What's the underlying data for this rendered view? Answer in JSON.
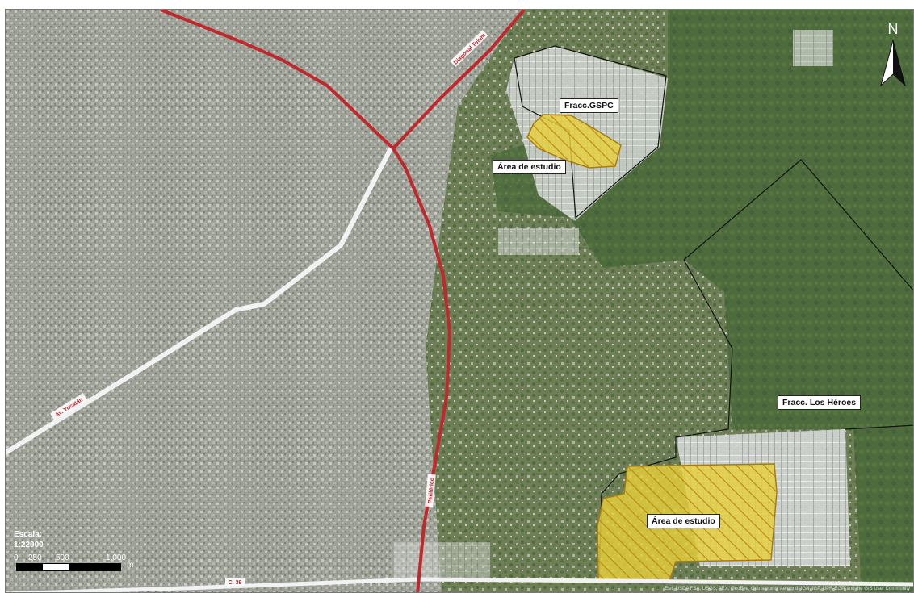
{
  "labels": {
    "fracc_gspc": "Fracc.GSPC",
    "area_estudio_north": "Área de estudio",
    "fracc_heroes": "Fracc. Los Héroes",
    "area_estudio_south": "Área de estudio"
  },
  "roads": {
    "diagonal": "Diagonal Tulum",
    "yucatan": "Av. Yucatán",
    "periferico": "Periférico",
    "south": "C. 39"
  },
  "scale": {
    "title": "Escala:",
    "ratio": "1:22000",
    "ticks": [
      "0",
      "250",
      "500",
      "1,000"
    ],
    "unit": "m"
  },
  "north_letter": "N",
  "credits": "Esri, USDA FSA, USGS, AEX, GeoEye, Getmapping, Aerogrid, IGN, IGP, UPR-EGP, and the GIS User Community",
  "colors": {
    "urban": "#9ea29a",
    "vegetation": "#4c6a3c",
    "highway": "#c0282e",
    "avenue": "#f2f2f2",
    "study_area": "#e8d040",
    "boundary": "#111111"
  }
}
